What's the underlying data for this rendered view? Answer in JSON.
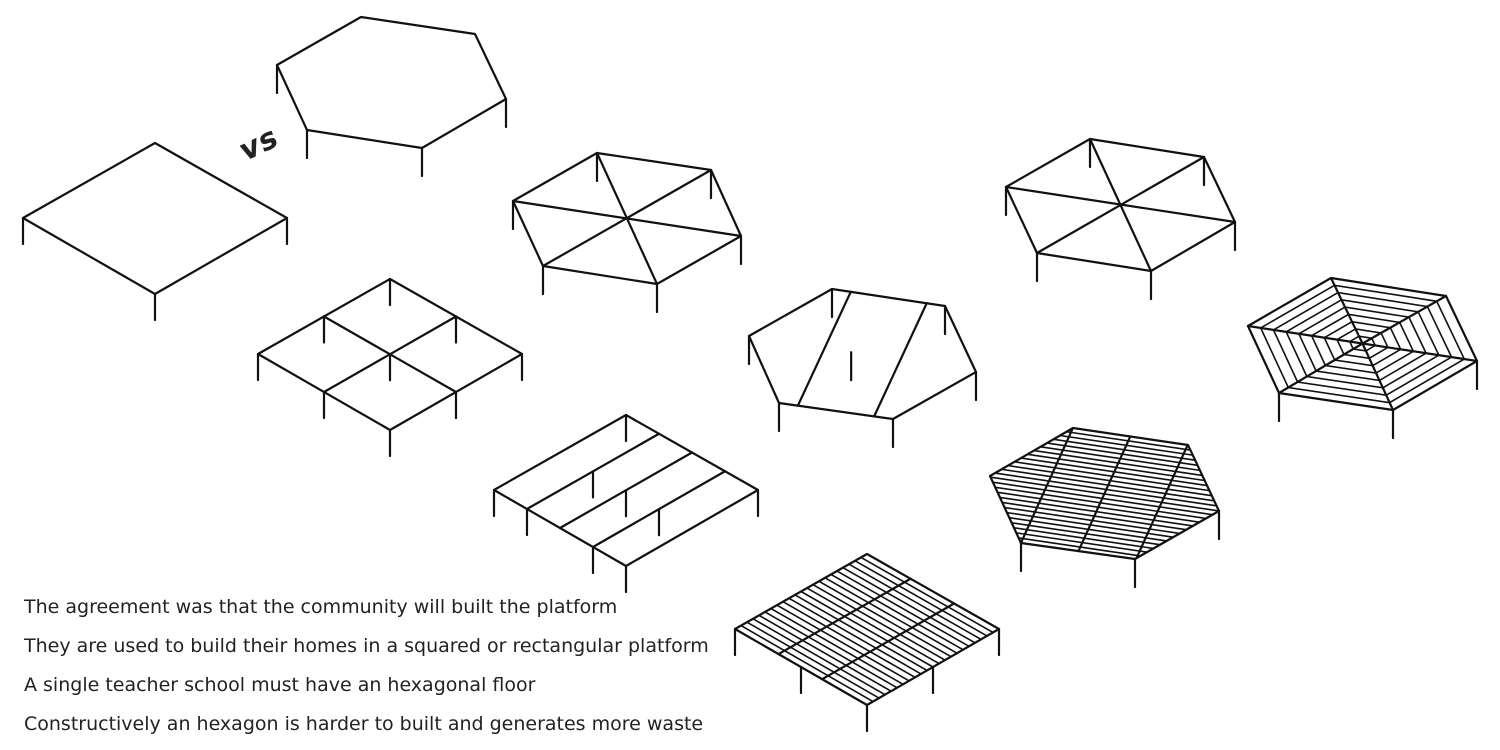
{
  "vs_label": "vs",
  "notes": [
    "The agreement was that the community will built the platform",
    "They are used to build their homes in a squared or rectangular platform",
    "A single teacher school must have an hexagonal floor",
    "Constructively an hexagon is harder to built and generates more waste"
  ],
  "platforms": [
    {
      "id": "square-plain",
      "shape": "square",
      "framing": "none",
      "decking": "none"
    },
    {
      "id": "hexagon-plain",
      "shape": "hexagon",
      "framing": "none",
      "decking": "none"
    },
    {
      "id": "square-grid",
      "shape": "square",
      "framing": "grid",
      "decking": "none"
    },
    {
      "id": "hexagon-radial-frame",
      "shape": "hexagon",
      "framing": "radial",
      "decking": "none"
    },
    {
      "id": "square-parallel-beams",
      "shape": "square",
      "framing": "parallel",
      "decking": "none"
    },
    {
      "id": "hexagon-parallel-beams",
      "shape": "hexagon",
      "framing": "parallel",
      "decking": "none"
    },
    {
      "id": "square-decked",
      "shape": "square",
      "framing": "parallel",
      "decking": "parallel"
    },
    {
      "id": "hexagon-radial-frame-2",
      "shape": "hexagon",
      "framing": "radial",
      "decking": "none"
    },
    {
      "id": "hexagon-decked-parallel",
      "shape": "hexagon",
      "framing": "parallel",
      "decking": "parallel"
    },
    {
      "id": "hexagon-decked-concentric",
      "shape": "hexagon",
      "framing": "radial",
      "decking": "concentric"
    }
  ]
}
